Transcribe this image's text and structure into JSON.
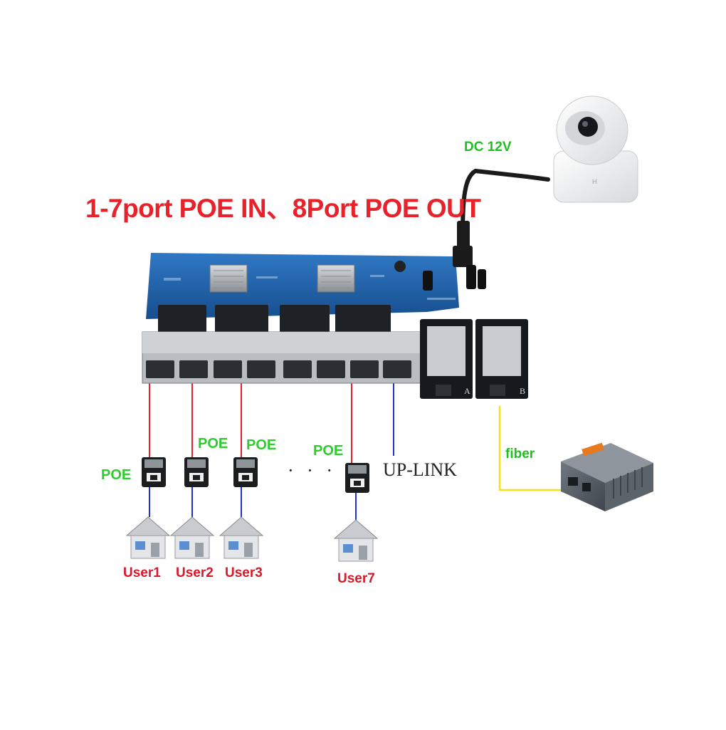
{
  "title": "1-7port POE IN、8Port POE OUT",
  "labels": {
    "dc": "DC 12V",
    "fiber": "fiber",
    "uplink": "UP-LINK",
    "ellipsis": "· · ·",
    "poe": "POE"
  },
  "users": [
    "User1",
    "User2",
    "User3",
    "User7"
  ],
  "sfp_markings": [
    "A",
    "B"
  ],
  "colors": {
    "title": "#e8222b",
    "poe_label": "#2ecc2e",
    "user_label": "#d8192a",
    "poe_line": "#e8222b",
    "user_line": "#2233cc",
    "uplink_line": "#2233cc",
    "fiber_line": "#f2e21a",
    "pcb": "#1f5fa8"
  },
  "icons": [
    "ip-camera-icon",
    "poe-injector-icon",
    "house-icon",
    "media-converter-icon",
    "switch-board-icon"
  ]
}
